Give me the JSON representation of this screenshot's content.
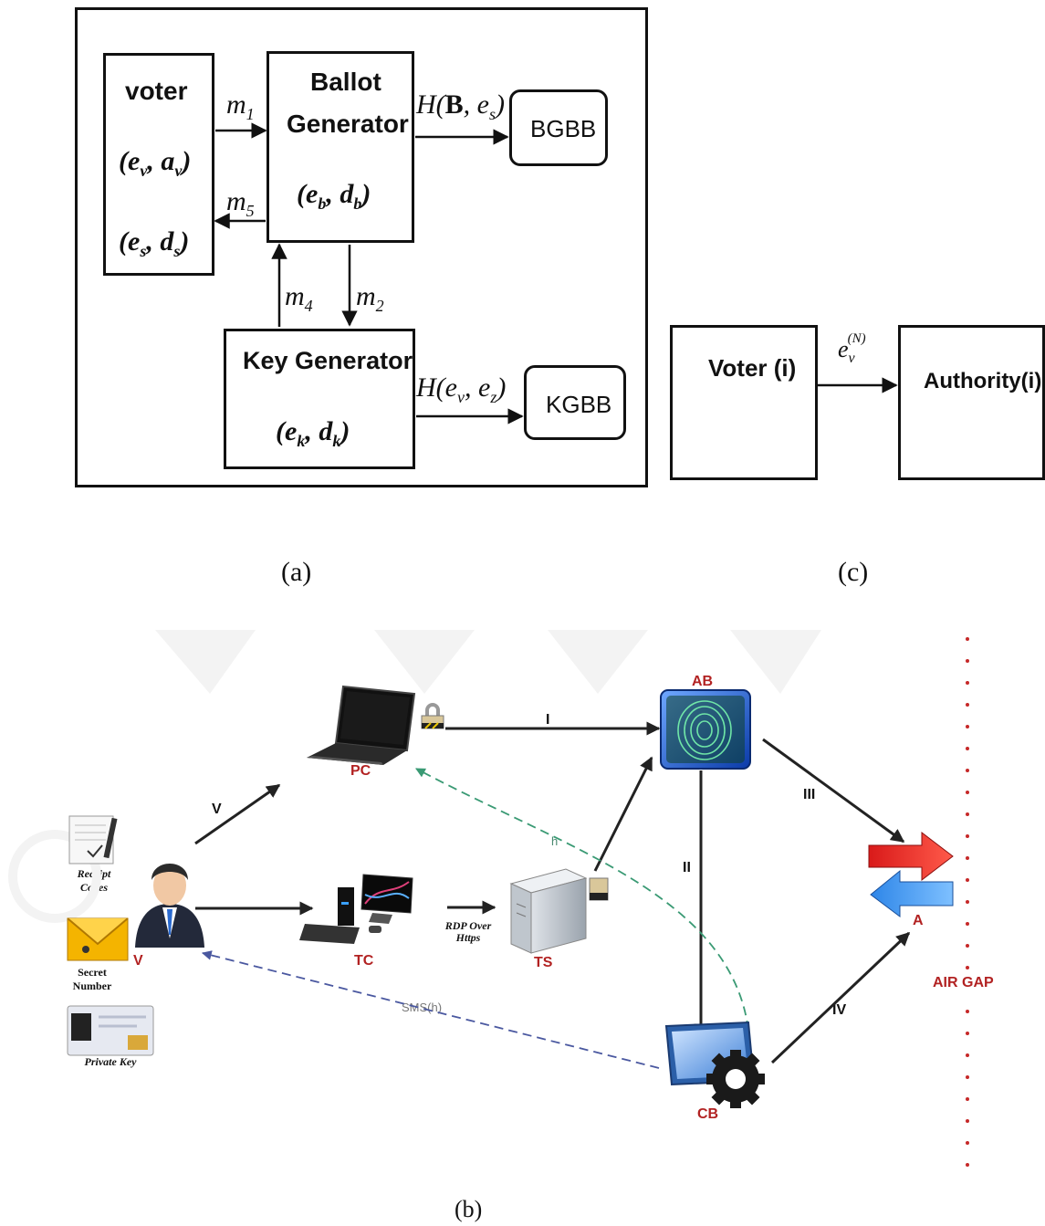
{
  "panel_a": {
    "voter": {
      "title": "voter",
      "key1": "(e_v, a_v)",
      "key2": "(e_s, d_s)"
    },
    "ballot_generator": {
      "title_line1": "Ballot",
      "title_line2": "Generator",
      "key": "(e_b, d_b)"
    },
    "key_generator": {
      "title": "Key Generator",
      "key": "(e_k, d_k)"
    },
    "bgbb": "BGBB",
    "kgbb": "KGBB",
    "messages": {
      "m1": "m1",
      "m2": "m2",
      "m4": "m4",
      "m5": "m5"
    },
    "hash_bgbb": "H(B, e_s)",
    "hash_kgbb": "H(e_v, e_z)",
    "caption": "(a)"
  },
  "panel_c": {
    "voter": "Voter (i)",
    "authority": "Authority(i)",
    "arrow_label": "e_v^(N)",
    "caption": "(c)"
  },
  "panel_b": {
    "nodes": {
      "pc": "PC",
      "ab": "AB",
      "tc": "TC",
      "ts": "TS",
      "cb": "CB",
      "v": "V",
      "a": "A"
    },
    "left_items": [
      "Receipt Codes",
      "Secret Number",
      "Private Key"
    ],
    "edges": {
      "i": "I",
      "ii": "II",
      "iii": "III",
      "iv": "IV",
      "v": "V"
    },
    "rdp": "RDP Over Https",
    "sms": "SMS(h)",
    "h": "h",
    "air_gap": "AIR GAP",
    "caption": "(b)"
  },
  "icons": [
    "laptop-icon",
    "lock-icon",
    "fingerprint-icon",
    "server-icon",
    "desktop-icon",
    "gear-icon",
    "user-icon",
    "document-icon",
    "envelope-icon",
    "id-card-icon",
    "red-arrow-icon",
    "blue-arrow-icon"
  ]
}
